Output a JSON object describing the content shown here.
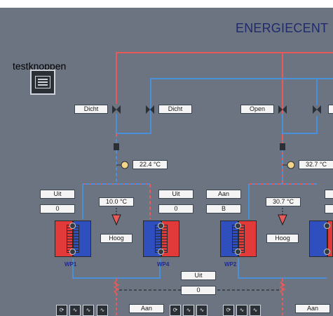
{
  "header": {
    "title": "ENERGIECENT"
  },
  "test": {
    "label": "testknoppen"
  },
  "valves": {
    "v1": "Dicht",
    "v2": "Dicht",
    "v3": "Open"
  },
  "temps": {
    "t1": "22.4 °C",
    "t2": "32.7 °C",
    "t3": "10.0 °C",
    "t4": "30.7 °C"
  },
  "wp1": {
    "status": "Uit",
    "value": "0",
    "label": "WP1"
  },
  "wp4": {
    "status": "Uit",
    "value": "0",
    "label": "WP4"
  },
  "wp2": {
    "status": "Aan",
    "value": "B",
    "label": "WP2"
  },
  "modes": {
    "m1": "Hoog",
    "m2": "Hoog"
  },
  "center": {
    "status": "Uit",
    "value": "0"
  },
  "bottom": {
    "b1": "Aan",
    "b2": "Aan"
  },
  "colors": {
    "background": "#6b7480",
    "supply": "#e85a5a",
    "return": "#4a90d9"
  }
}
